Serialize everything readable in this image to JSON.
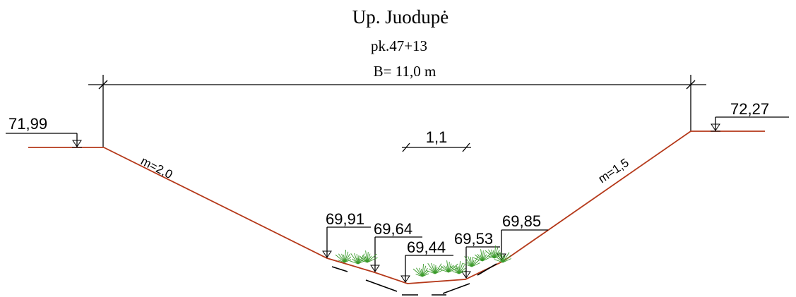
{
  "title": {
    "line1": "Up. Juodupė",
    "line2": "pk.47+13",
    "line3": "B= 11,0 m"
  },
  "colors": {
    "profile": "#b5391a",
    "vegetation": "#3a9a2a",
    "lines": "#000000"
  },
  "scale_label": "1,1",
  "slopes": {
    "left": "m=2,0",
    "right": "m=1,5"
  },
  "elevations": {
    "left_bank": "71,99",
    "right_bank": "72,27",
    "p1": "69,91",
    "p2": "69,64",
    "p3": "69,44",
    "p4": "69,53",
    "p5": "69,85"
  }
}
